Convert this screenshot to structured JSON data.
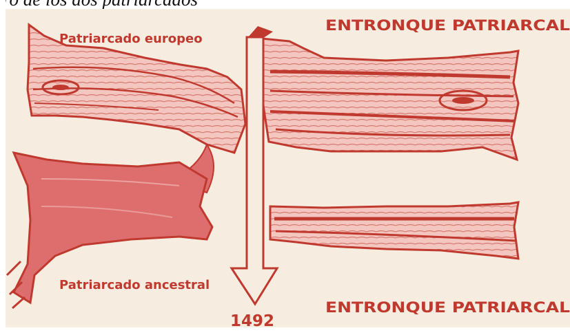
{
  "caption": "ro de los dos patriarcados",
  "labels": {
    "european": "Patriarcado europeo",
    "ancestral": "Patriarcado ancestral",
    "entronque_top": "ENTRONQUE PATRIARCAL",
    "entronque_bottom": "ENTRONQUE PATRIARCAL",
    "year": "1492"
  },
  "colors": {
    "ink": "#c0392f",
    "fill": "#de6e6e",
    "light": "#f3c7c0",
    "paper": "#f6ecdf"
  }
}
